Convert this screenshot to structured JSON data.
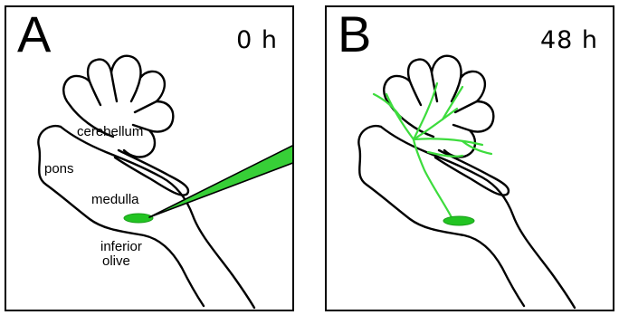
{
  "panel_a": {
    "letter": "A",
    "time": "0 h",
    "labels": {
      "cerebellum": "cerebellum",
      "pons": "pons",
      "medulla": "medulla",
      "inferior_olive_line1": "inferior",
      "inferior_olive_line2": "olive"
    }
  },
  "panel_b": {
    "letter": "B",
    "time": "48 h"
  },
  "colors": {
    "outline": "#000000",
    "accent_green": "#3ddc3d",
    "injection_fill": "#22c422"
  }
}
